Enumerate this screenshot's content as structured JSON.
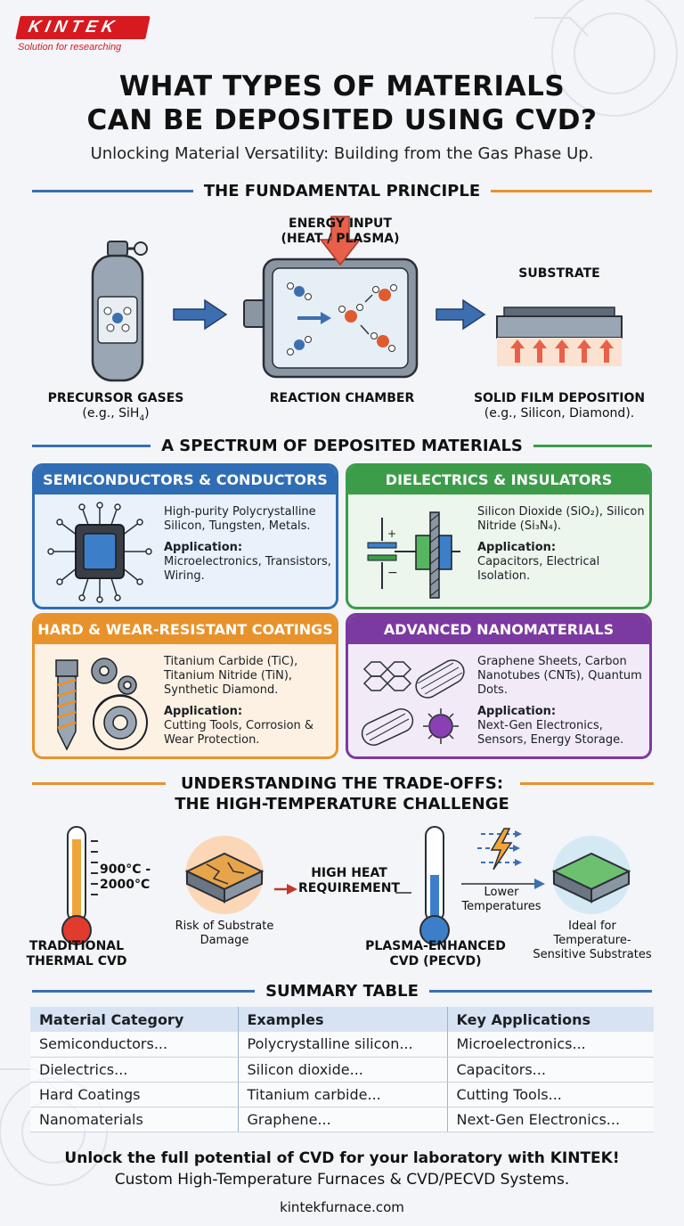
{
  "logo": {
    "brand": "KINTEK",
    "tagline": "Solution for researching"
  },
  "title": {
    "line1": "WHAT TYPES OF MATERIALS",
    "line2": "CAN BE DEPOSITED USING CVD?"
  },
  "subtitle": "Unlocking Material Versatility: Building from the Gas Phase Up.",
  "principle": {
    "heading": "THE FUNDAMENTAL PRINCIPLE",
    "energy_line1": "ENERGY INPUT",
    "energy_line2": "(HEAT / PLASMA)",
    "substrate": "SUBSTRATE",
    "precursor_title": "PRECURSOR GASES",
    "precursor_example": "(e.g., SiH",
    "precursor_sub": "4",
    "precursor_close": ")",
    "chamber": "REACTION CHAMBER",
    "deposition_title": "SOLID FILM DEPOSITION",
    "deposition_example": "(e.g., Silicon, Diamond)."
  },
  "spectrum": {
    "heading": "A SPECTRUM OF DEPOSITED MATERIALS",
    "cards": [
      {
        "title": "SEMICONDUCTORS & CONDUCTORS",
        "materials": "High-purity Polycrystalline Silicon, Tungsten, Metals.",
        "app_label": "Application:",
        "app": "Microelectronics, Transistors, Wiring."
      },
      {
        "title": "DIELECTRICS & INSULATORS",
        "materials": "Silicon Dioxide (SiO₂), Silicon Nitride (Si₃N₄).",
        "app_label": "Application:",
        "app": "Capacitors, Electrical Isolation."
      },
      {
        "title": "HARD & WEAR-RESISTANT COATINGS",
        "materials": "Titanium Carbide (TiC), Titanium Nitride (TiN), Synthetic Diamond.",
        "app_label": "Application:",
        "app": "Cutting Tools, Corrosion & Wear Protection."
      },
      {
        "title": "ADVANCED NANOMATERIALS",
        "materials": "Graphene Sheets, Carbon Nanotubes (CNTs), Quantum Dots.",
        "app_label": "Application:",
        "app": "Next-Gen Electronics, Sensors, Energy Storage."
      }
    ]
  },
  "tradeoffs": {
    "heading_line1": "UNDERSTANDING THE TRADE-OFFS:",
    "heading_line2": "THE HIGH-TEMPERATURE CHALLENGE",
    "temp_line1": "900°C -",
    "temp_line2": "2000°C",
    "thermal_line1": "TRADITIONAL",
    "thermal_line2": "THERMAL CVD",
    "risk_line1": "Risk of Substrate",
    "risk_line2": "Damage",
    "heat_line1": "HIGH HEAT",
    "heat_line2": "REQUIREMENT",
    "lower_line1": "Lower",
    "lower_line2": "Temperatures",
    "pecvd_line1": "PLASMA-ENHANCED",
    "pecvd_line2": "CVD (PECVD)",
    "ideal_line1": "Ideal for",
    "ideal_line2": "Temperature-",
    "ideal_line3": "Sensitive Substrates"
  },
  "summary": {
    "heading": "SUMMARY TABLE",
    "columns": [
      "Material Category",
      "Examples",
      "Key Applications"
    ],
    "rows": [
      [
        "Semiconductors...",
        "Polycrystalline silicon...",
        "Microelectronics..."
      ],
      [
        "Dielectrics...",
        "Silicon dioxide...",
        "Capacitors..."
      ],
      [
        "Hard Coatings",
        "Titanium carbide...",
        "Cutting Tools..."
      ],
      [
        "Nanomaterials",
        "Graphene...",
        "Next-Gen Electronics..."
      ]
    ]
  },
  "footer": {
    "cta": "Unlock the full potential of CVD for your laboratory with KINTEK!",
    "products": "Custom High-Temperature Furnaces & CVD/PECVD Systems.",
    "site": "kintekfurnace.com"
  },
  "colors": {
    "blue": "#2f6db5",
    "green": "#3c9c4a",
    "orange": "#e8922c",
    "purple": "#7b3aa0",
    "brand_red": "#d71920"
  }
}
